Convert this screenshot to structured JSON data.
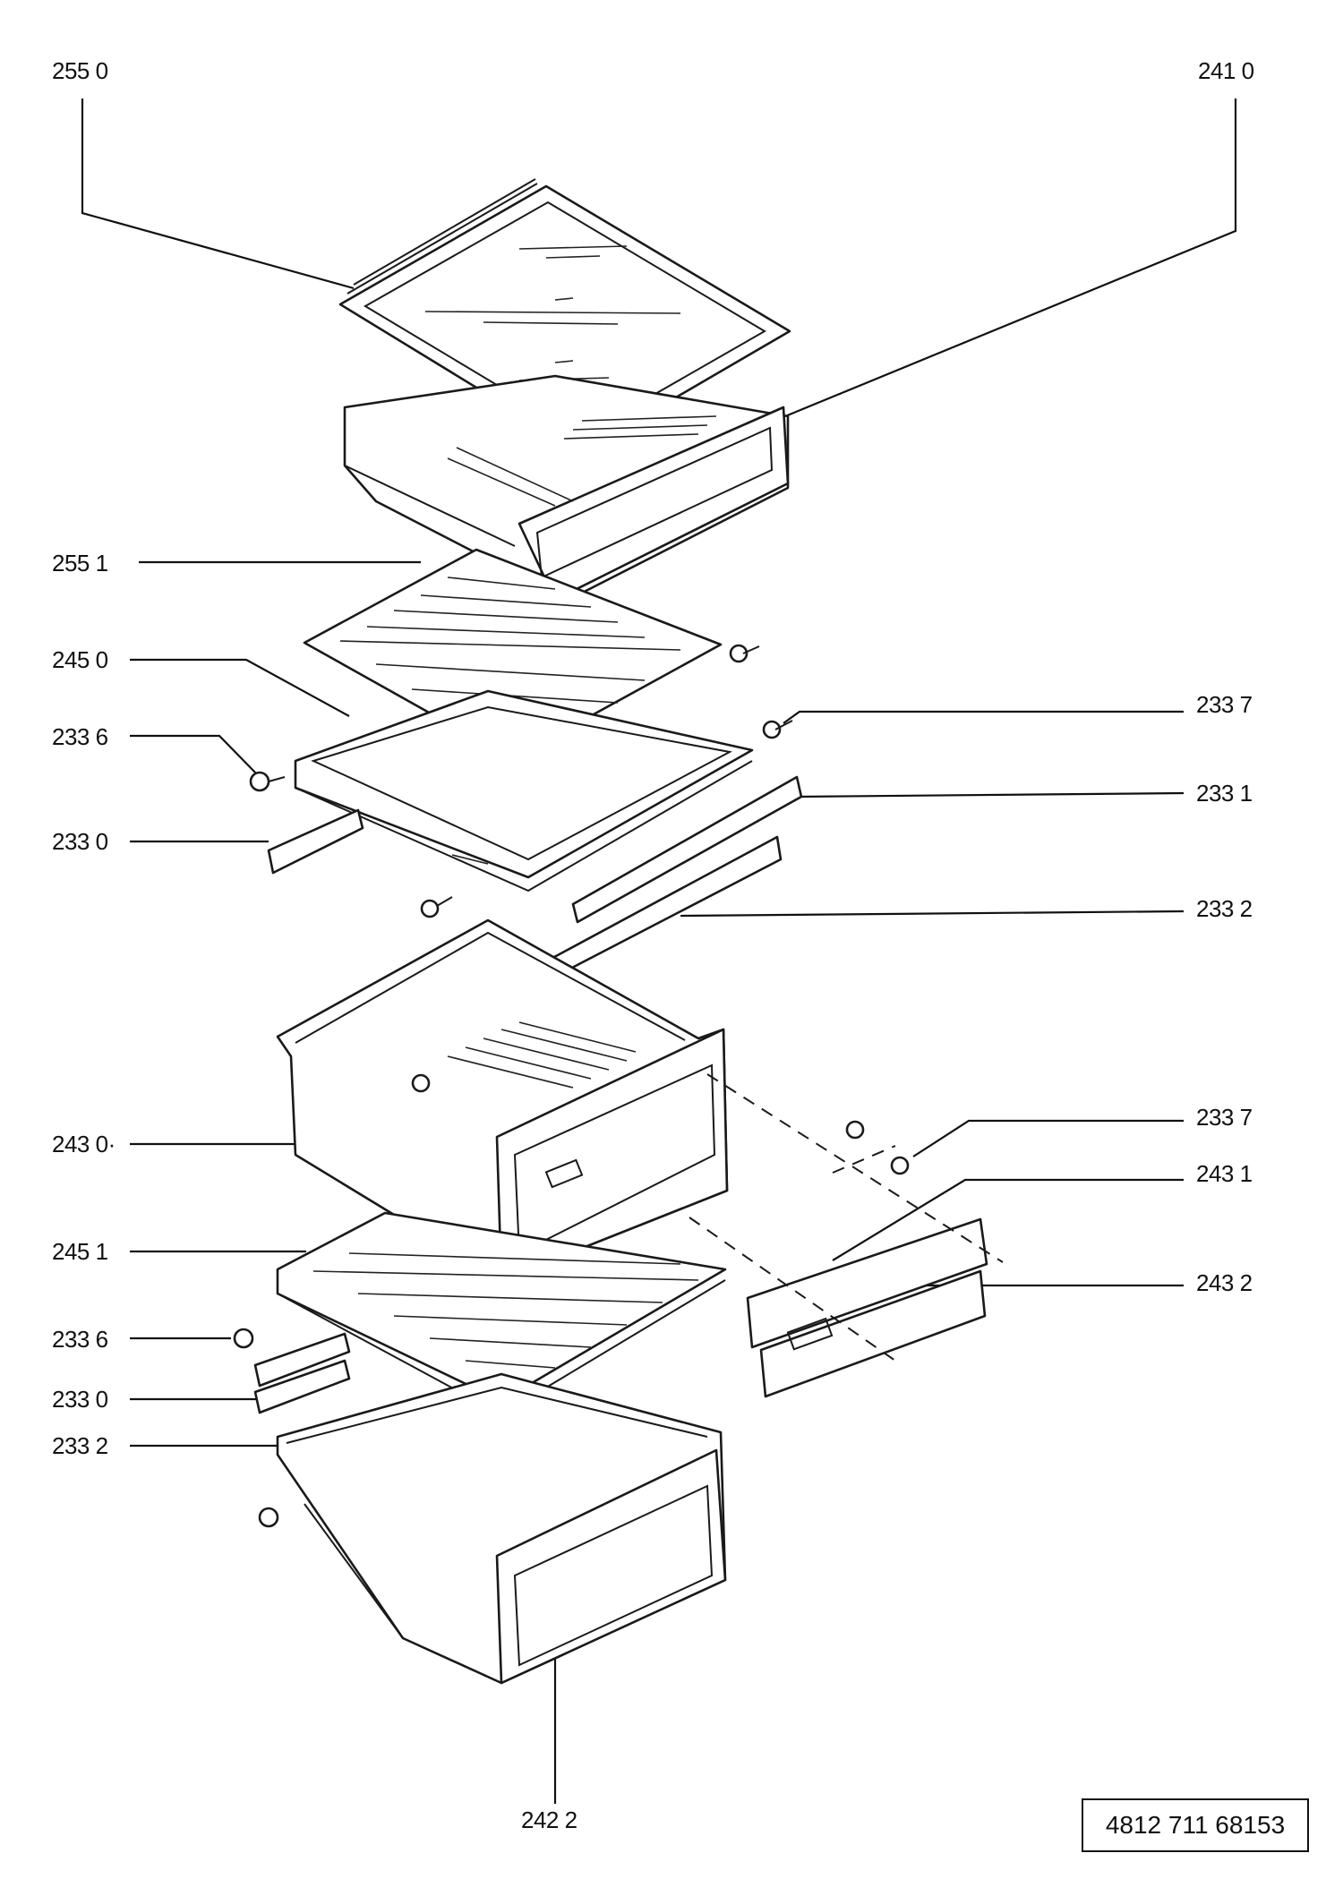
{
  "labels": {
    "l2550": "255 0",
    "l2410": "241 0",
    "l2551": "255 1",
    "l2450": "245 0",
    "l2337a": "233 7",
    "l2336a": "233 6",
    "l2331": "233 1",
    "l2330a": "233 0",
    "l2332a": "233 2",
    "l2430": "243 0·",
    "l2337b": "233 7",
    "l2431": "243 1",
    "l2451": "245 1",
    "l2432": "243 2",
    "l2336b": "233 6",
    "l2330b": "233 0",
    "l2332b": "233 2",
    "l2422": "242 2"
  },
  "document_number": "4812 711 68153"
}
